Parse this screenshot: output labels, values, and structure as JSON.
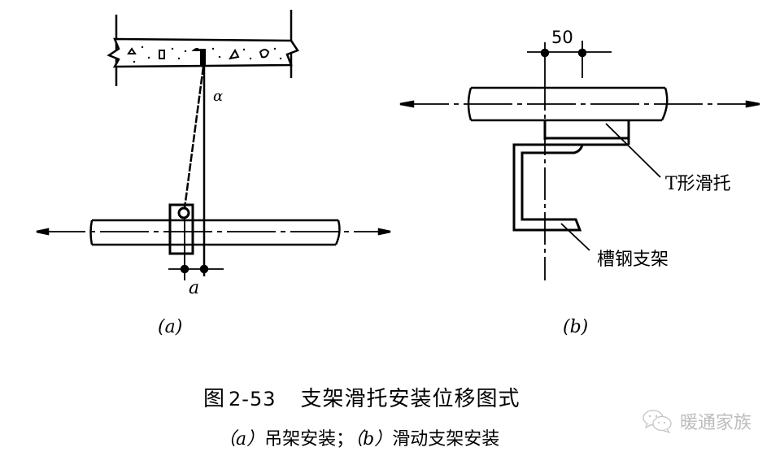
{
  "figure": {
    "number_prefix": "图",
    "number": "2-53",
    "title": "支架滑托安装位移图式",
    "subcaption": {
      "part_a_tag": "（a）",
      "part_a_text": "吊架安装；",
      "part_b_tag": "（b）",
      "part_b_text": "滑动支架安装"
    }
  },
  "panel_a": {
    "label": "(a)",
    "angle_symbol": "α",
    "offset_symbol": "a"
  },
  "panel_b": {
    "label": "(b)",
    "dimension": "50",
    "callout_slide": "T形滑托",
    "callout_bracket": "槽钢支架"
  },
  "watermark": {
    "icon": "wechat-icon",
    "text": "暖通家族",
    "color": "#bdbdbd"
  }
}
